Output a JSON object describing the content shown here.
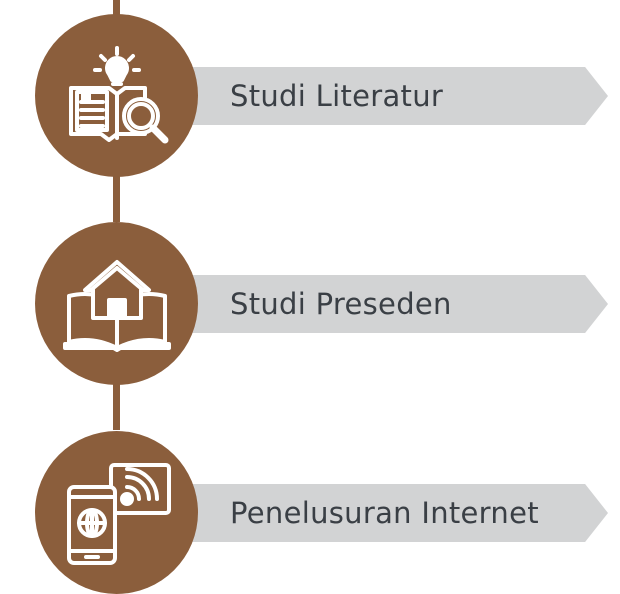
{
  "colors": {
    "accent": "#8b5e3c",
    "bar": "#d2d3d4",
    "text": "#3a3f45",
    "icon": "#ffffff"
  },
  "steps": [
    {
      "label": "Studi Literatur",
      "icon": "book-magnifier-lightbulb-icon"
    },
    {
      "label": "Studi Preseden",
      "icon": "open-book-house-icon"
    },
    {
      "label": "Penelusuran Internet",
      "icon": "phone-globe-wifi-icon"
    }
  ]
}
